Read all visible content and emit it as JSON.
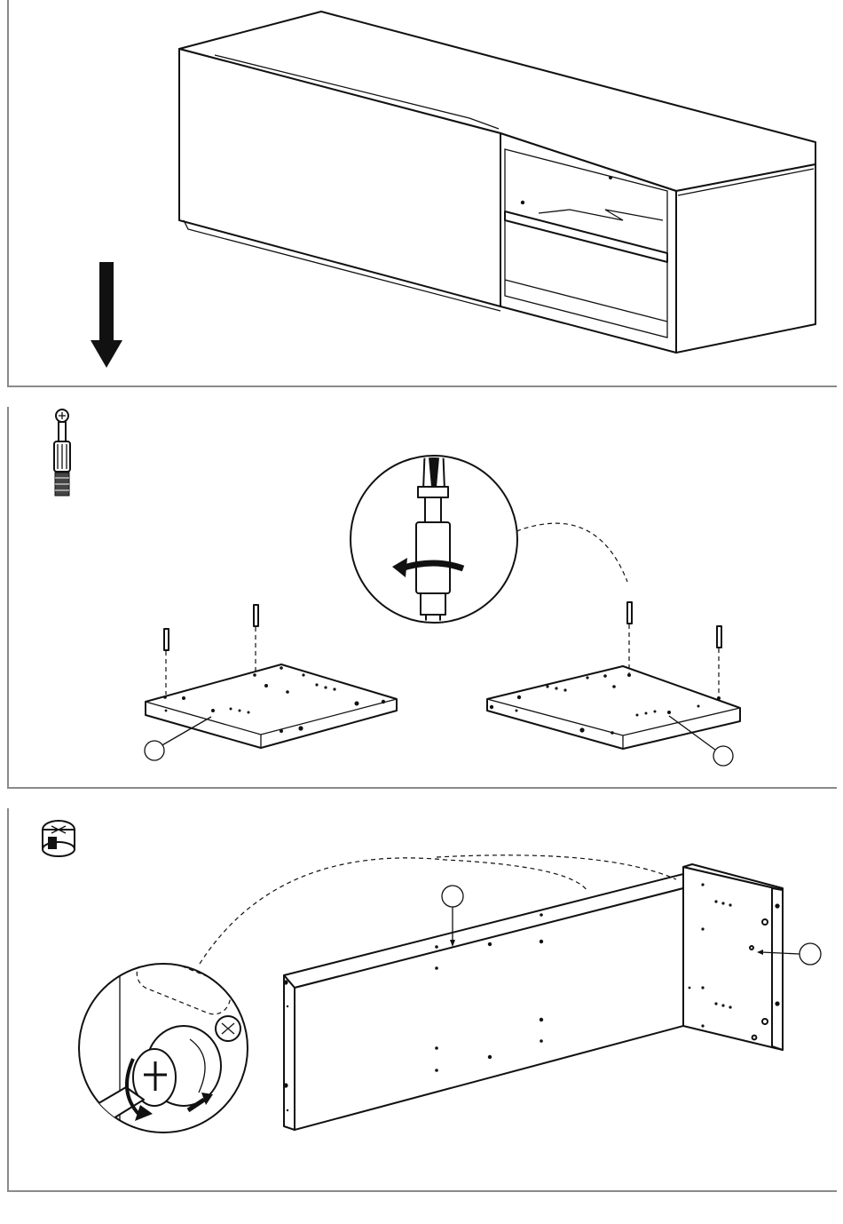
{
  "steps": [
    {
      "id": "step-1",
      "scene": "tv-bench-orientation",
      "icon": "down-arrow-icon"
    },
    {
      "id": "step-2",
      "scene": "insert-cam-bolts-into-side-panels",
      "icon": "cam-bolt-icon",
      "callouts": [
        "",
        ""
      ]
    },
    {
      "id": "step-3",
      "scene": "assemble-back-panel-with-cam-locks",
      "icon": "cam-lock-icon",
      "callouts": [
        "",
        ""
      ]
    }
  ],
  "colors": {
    "line": "#111111",
    "border": "#8a8a8a",
    "background": "#ffffff"
  }
}
